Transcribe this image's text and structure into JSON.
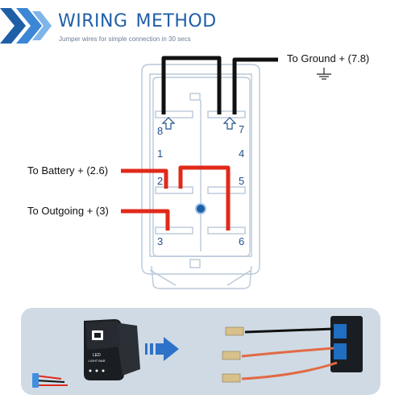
{
  "header": {
    "title_word1": "WIRING",
    "title_word2": "METHOD",
    "subtitle": "Jumper wires for simple connection in 30 secs"
  },
  "labels": {
    "ground": "To Ground + (7.8)",
    "battery": "To Battery + (2.6)",
    "outgoing": "To Outgoing + (3)"
  },
  "pins": [
    "8",
    "7",
    "1",
    "4",
    "2",
    "5",
    "3",
    "6"
  ],
  "switch_legend": {
    "line1": "LED",
    "line2": "LIGHT BAR"
  },
  "colors": {
    "brand_blue": "#1f5fa8",
    "wire_black": "#111111",
    "wire_red": "#e02a1a",
    "switch_outline": "#b9c9d9",
    "panel_bg": "#cfdae5"
  }
}
